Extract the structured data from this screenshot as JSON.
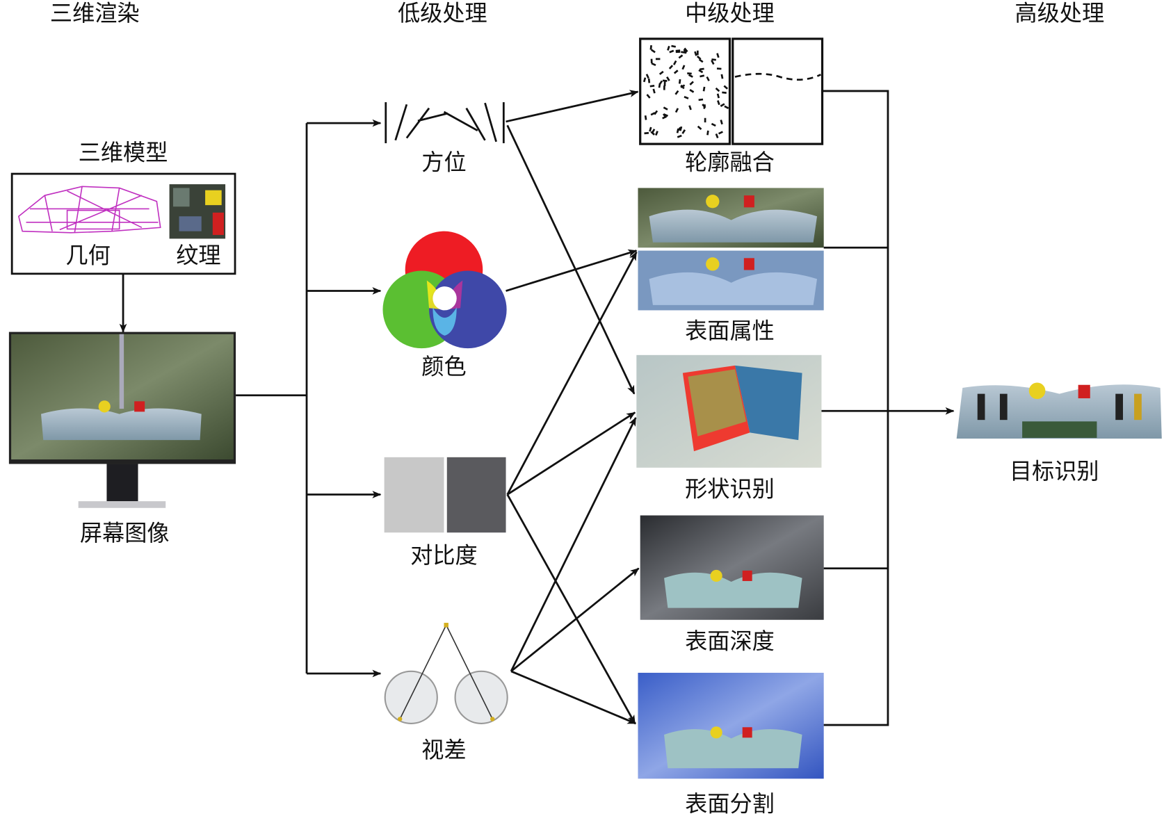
{
  "headers": {
    "rendering": "三维渲染",
    "low_level": "低级处理",
    "mid_level": "中级处理",
    "high_level": "高级处理"
  },
  "model": {
    "title": "三维模型",
    "geometry": "几何",
    "texture": "纹理",
    "screen_image": "屏幕图像"
  },
  "low": {
    "orientation": "方位",
    "color": "颜色",
    "contrast": "对比度",
    "parallax": "视差"
  },
  "mid": {
    "contour_fusion": "轮廓融合",
    "surface_property": "表面属性",
    "shape_recognition": "形状识别",
    "surface_depth": "表面深度",
    "surface_segmentation": "表面分割"
  },
  "high": {
    "target_recognition": "目标识别"
  },
  "colors": {
    "wireframe": "#c030c0",
    "red": "#ee1c24",
    "green": "#5bbf32",
    "blue": "#3f48a8",
    "yellow": "#f2ea1a",
    "magenta": "#b5339a",
    "cyan": "#5ab4e6",
    "contrast_light": "#c8c8c8",
    "contrast_dark": "#5a5a5e",
    "segmentation_blue": "#3a5ec8"
  }
}
